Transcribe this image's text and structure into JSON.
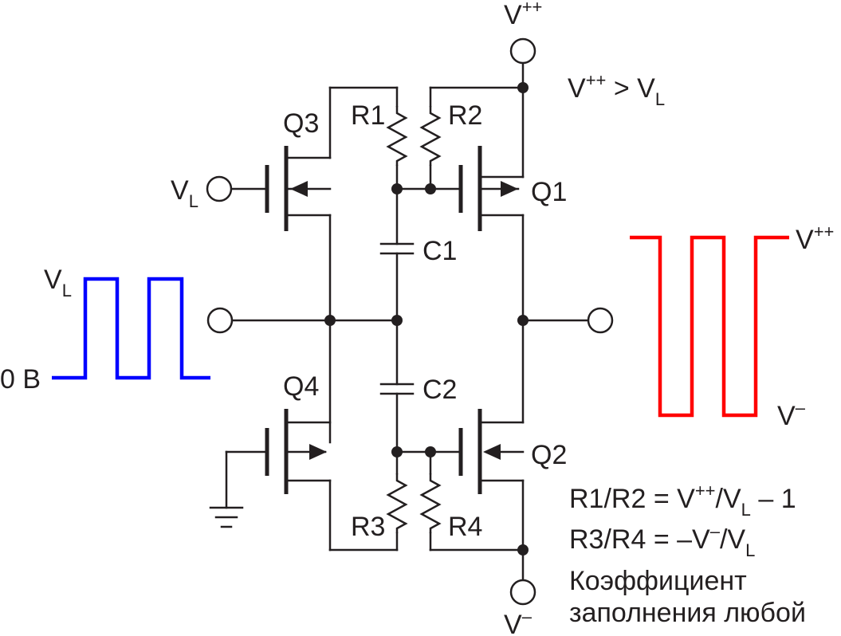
{
  "labels": {
    "vpp_top": {
      "main": "V",
      "sup": "++"
    },
    "condition": {
      "a": "V",
      "a_sup": "++",
      "mid": " > V",
      "b_sub": "L"
    },
    "q1": "Q1",
    "q2": "Q2",
    "q3": "Q3",
    "q4": "Q4",
    "r1": "R1",
    "r2": "R2",
    "r3": "R3",
    "r4": "R4",
    "c1": "C1",
    "c2": "C2",
    "vl_input": {
      "main": "V",
      "sub": "L"
    },
    "vl_wave": {
      "main": "V",
      "sub": "L"
    },
    "zero_v": "0 B",
    "vpp_wave": {
      "main": "V",
      "sup": "++"
    },
    "vm_wave": {
      "main": "V",
      "sup": "–"
    },
    "vm_bottom": {
      "main": "V",
      "sup": "–"
    },
    "eq1": {
      "a": "R1/R2 = V",
      "a_sup": "++",
      "b": "/V",
      "b_sub": "L",
      "c": " – 1"
    },
    "eq2": {
      "a": "R3/R4 = –V",
      "a_sup": "–",
      "b": "/V",
      "b_sub": "L"
    },
    "note_line1": "Коэффициент",
    "note_line2": "заполнения любой"
  },
  "colors": {
    "ink": "#231f20",
    "input_wave": "#0000ff",
    "output_wave": "#ff0000"
  }
}
